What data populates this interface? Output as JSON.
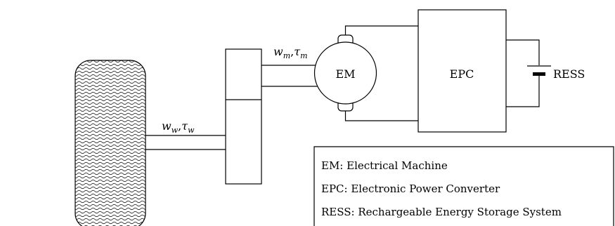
{
  "diagram": {
    "blocks": {
      "em": "EM",
      "epc": "EPC",
      "ress": "RESS"
    },
    "signals": {
      "motor": {
        "omega": "w",
        "omega_sub": "m",
        "tau": "τ",
        "tau_sub": "m",
        "sep": ","
      },
      "wheel": {
        "omega": "w",
        "omega_sub": "w",
        "tau": "τ",
        "tau_sub": "w",
        "sep": ","
      }
    },
    "legend": [
      "EM: Electrical Machine",
      "EPC: Electronic Power Converter",
      "RESS: Rechargeable Energy Storage System"
    ]
  }
}
